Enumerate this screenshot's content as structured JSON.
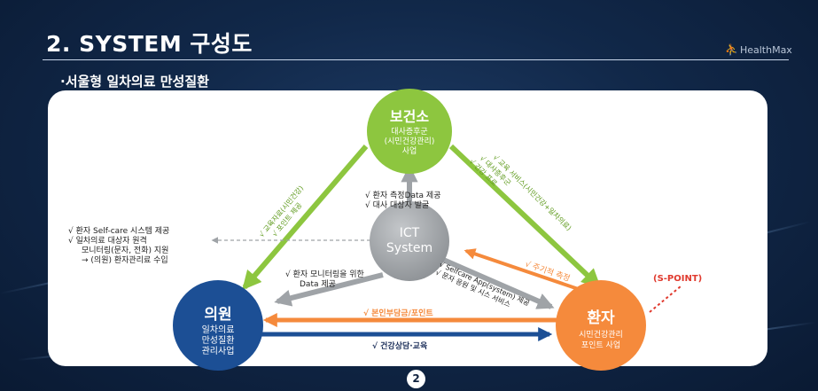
{
  "header": {
    "title": "2. SYSTEM 구성도",
    "subtitle": "·서울형 일차의료 만성질환",
    "logo_text": "HealthMax"
  },
  "nodes": {
    "health_center": {
      "title": "보건소",
      "lines": [
        "대사증후군",
        "(시민건강관리)",
        "사업"
      ]
    },
    "clinic": {
      "title": "의원",
      "lines": [
        "일차의료",
        "만성질환",
        "관리사업"
      ]
    },
    "patient": {
      "title": "환자",
      "lines": [
        "시민건강관리",
        "포인트 사업"
      ]
    },
    "ict": {
      "lines": [
        "ICT",
        "System"
      ]
    }
  },
  "notes": {
    "left": [
      "√ 환자 Self-care 시스템 제공",
      "√ 일차의료 대상자 원격",
      "모니터링(문자, 전화) 지원",
      "→ (의원) 환자관리료 수입"
    ],
    "ict_to_health": [
      "√ 환자 측정Data 제공",
      "√ 대사 대상자 발굴"
    ],
    "left_edge": [
      "√ 교육자료(시민건강)",
      "√ 포인트 제공"
    ],
    "right_edge": [
      "√ 교육 서비스(시민건강+일차의료)",
      "√ 대사증후군",
      "√ 건강 프로"
    ],
    "ict_to_clinic": [
      "√ 환자 모니터링을 위한",
      "Data 제공"
    ],
    "ict_to_patient": [
      "√ Selfcare App(system) 제공",
      "√ 문자 응원 및 시스 서비스"
    ],
    "periodic": "√ 주기적 측정",
    "copay": "√ 본인부담금/포인트",
    "counsel": "√ 건강상담·교육",
    "spoint": "(S-POINT)"
  },
  "page": {
    "number": "2"
  },
  "colors": {
    "green": "#8dc63f",
    "navy": "#1c4f95",
    "orange": "#f58a3c",
    "gray": "#9fa3a7",
    "red": "#e03a2e"
  }
}
